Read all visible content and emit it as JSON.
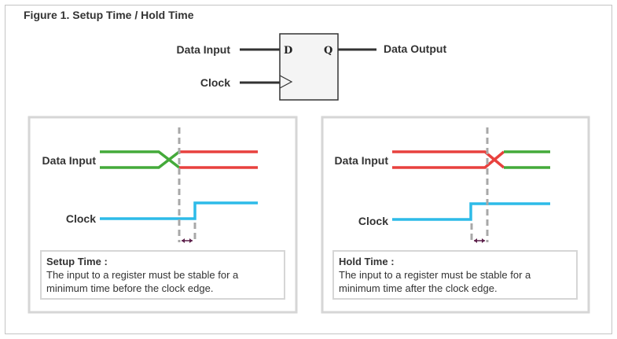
{
  "figure": {
    "title": "Figure 1. Setup Time / Hold Time",
    "flipflop": {
      "data_label": "Data Input",
      "clock_label": "Clock",
      "output_label": "Data Output",
      "pin_d": "D",
      "pin_q": "Q"
    },
    "setup_panel": {
      "data_label": "Data Input",
      "clock_label": "Clock",
      "note_title": "Setup Time :",
      "note_line1": "The input to a register must be stable for a",
      "note_line2": "minimum time before the clock edge."
    },
    "hold_panel": {
      "data_label": "Data Input",
      "clock_label": "Clock",
      "note_title": "Hold Time :",
      "note_line1": "The input to a register must be stable for a",
      "note_line2": "minimum time after the clock edge."
    },
    "colors": {
      "stable_data": "#44aa3a",
      "changing_data": "#e8413e",
      "clock": "#2dbbe8",
      "marker": "#5c1f4a",
      "guide": "#a8a8a8",
      "panel_border": "#d6d6d6"
    }
  }
}
